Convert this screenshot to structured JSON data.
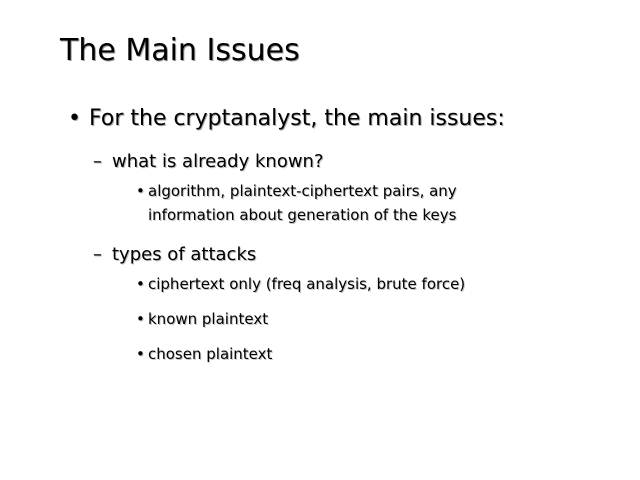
{
  "slide": {
    "title": "The Main Issues",
    "background_color": "#ffffff",
    "text_color": "#000000",
    "shadow_color": "#8c8c8c",
    "markers": {
      "level1": "•",
      "level2": "–",
      "level3": "•"
    },
    "bullets": [
      {
        "level": 1,
        "marker": "•",
        "text": "For the cryptanalyst, the main issues:"
      },
      {
        "level": 2,
        "marker": "–",
        "text": "what is already known?"
      },
      {
        "level": 3,
        "marker": "•",
        "text": "algorithm, plaintext-ciphertext pairs, any information about generation of the keys"
      },
      {
        "level": 2,
        "marker": "–",
        "text": "types of attacks"
      },
      {
        "level": 3,
        "marker": "•",
        "text": "ciphertext only (freq analysis, brute force)"
      },
      {
        "level": 3,
        "marker": "•",
        "text": "known plaintext"
      },
      {
        "level": 3,
        "marker": "•",
        "text": "chosen plaintext"
      }
    ]
  }
}
